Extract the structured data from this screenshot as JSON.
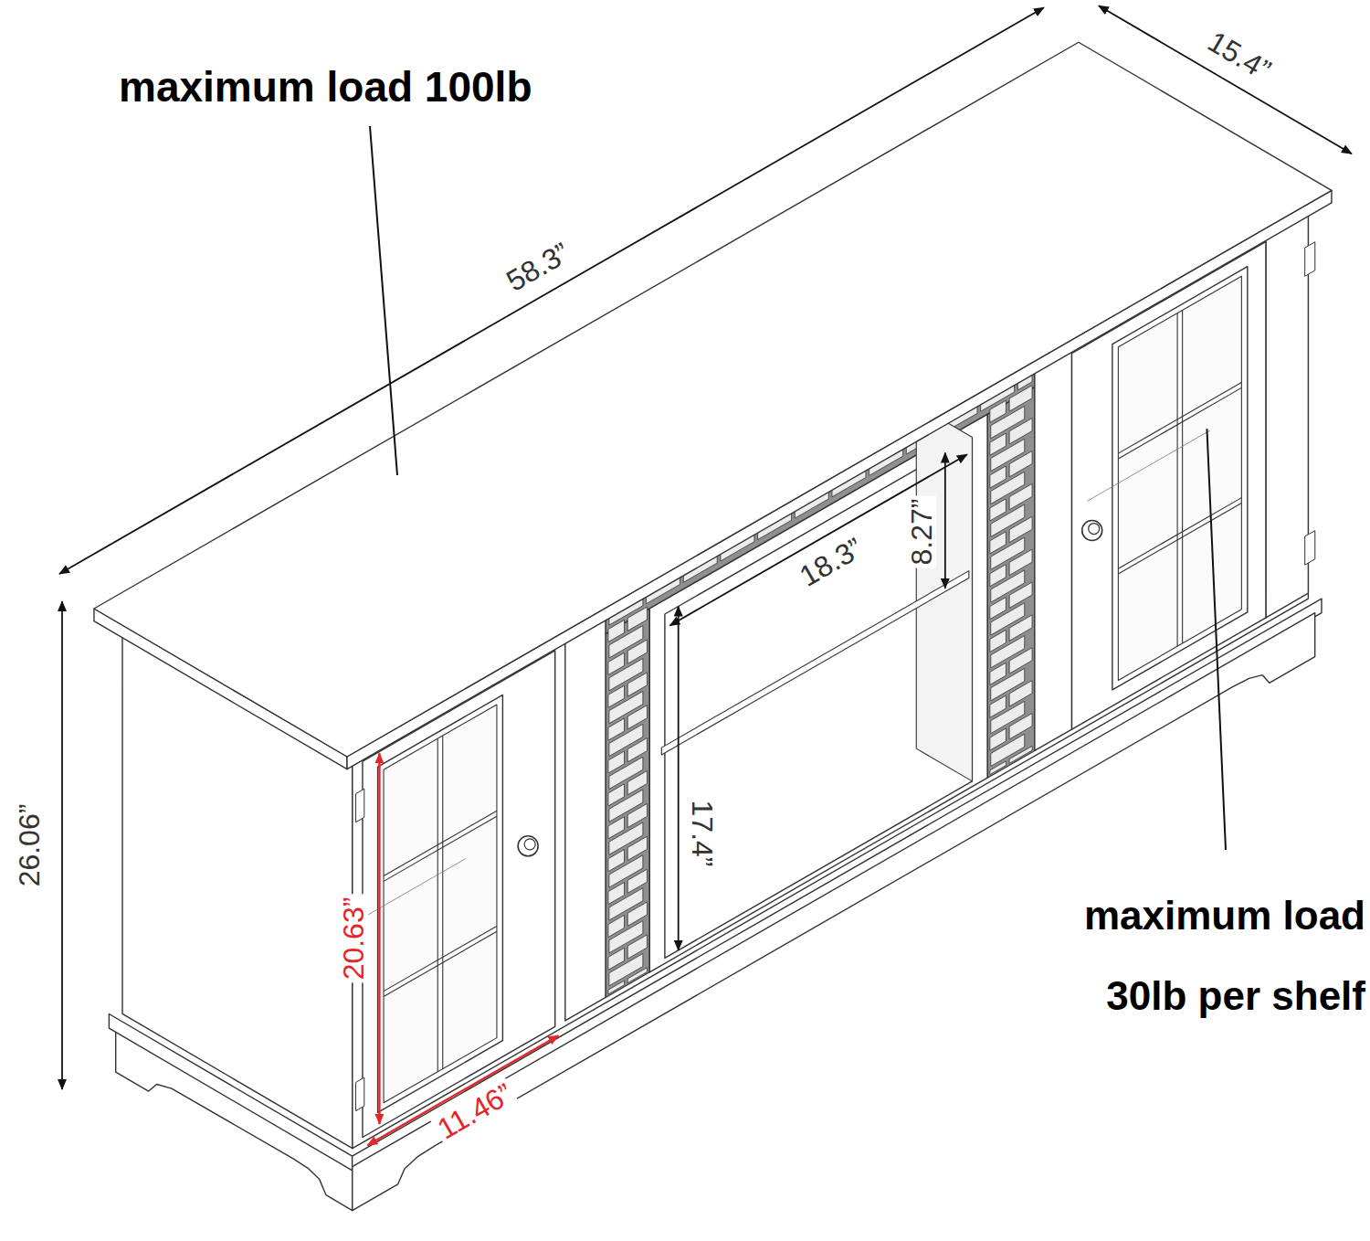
{
  "diagram": {
    "labels": [
      "maximum load 100lb",
      "58.3”",
      "15.4”",
      "26.06”",
      "18.3”",
      "8.27”",
      "17.4”",
      "20.63”",
      "11.46”",
      "maximum load 30lb per shelf"
    ]
  }
}
